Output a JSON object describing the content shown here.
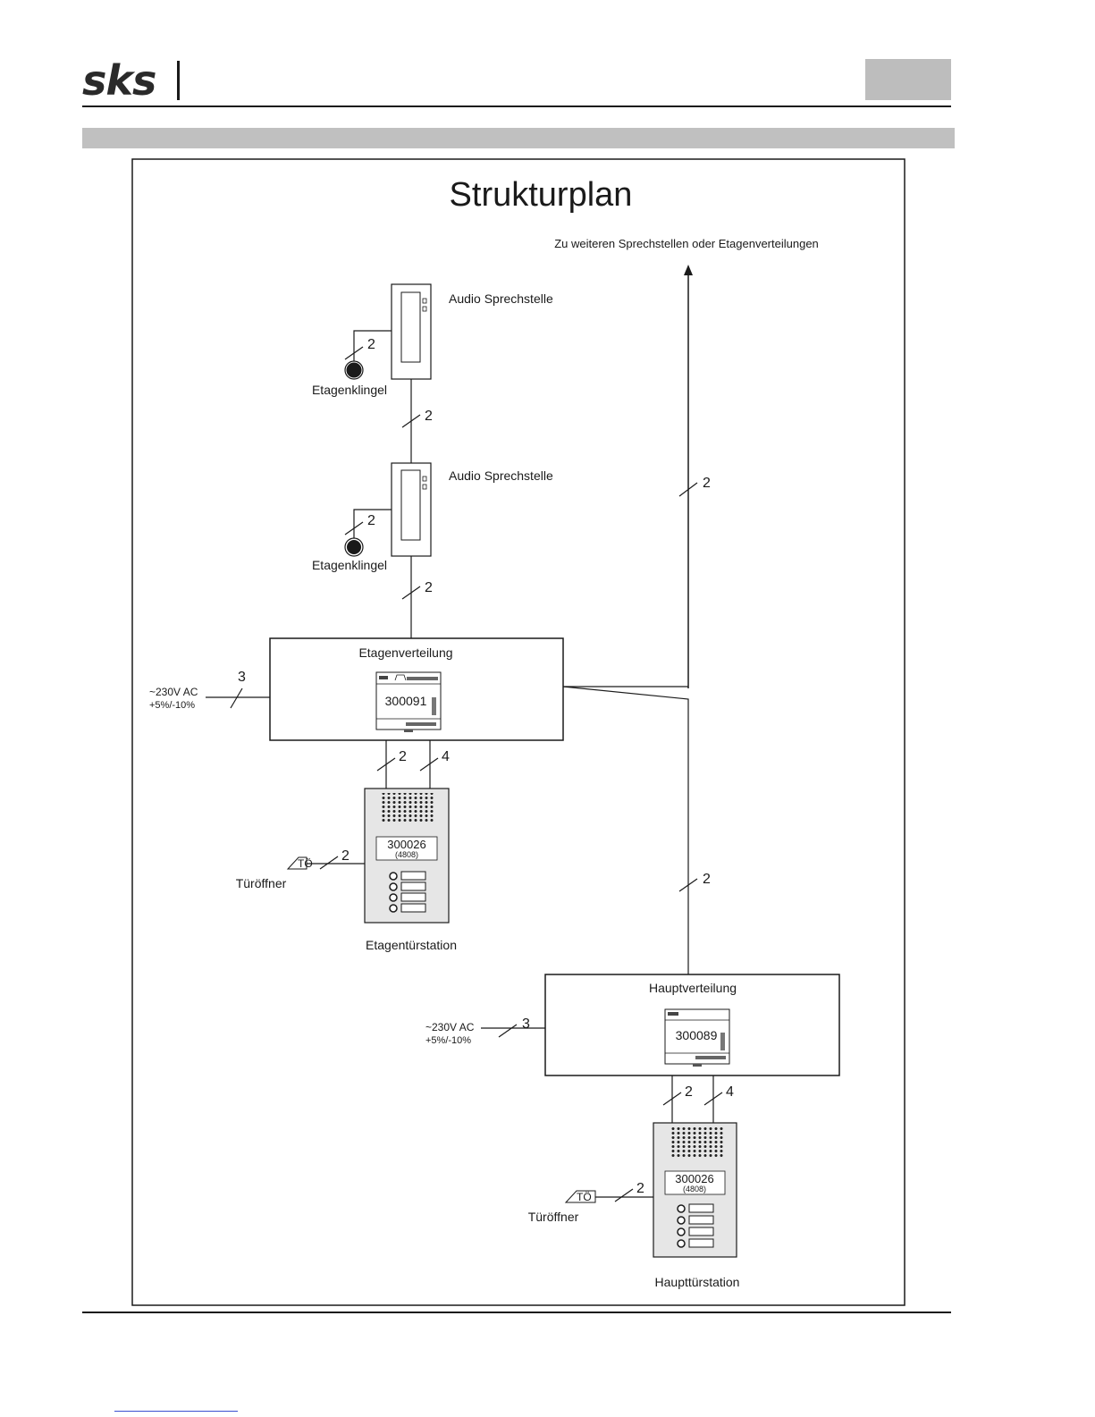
{
  "header": {
    "logo": "sks"
  },
  "diagram": {
    "title": "Strukturplan",
    "top_arrow_label": "Zu weiteren Sprechstellen oder Etagenverteilungen",
    "stations": [
      {
        "label": "Audio Sprechstelle",
        "bell_label": "Etagenklingel",
        "bell_wire": "2",
        "out_wire": "2"
      },
      {
        "label": "Audio Sprechstelle",
        "bell_label": "Etagenklingel",
        "bell_wire": "2",
        "out_wire": "2"
      }
    ],
    "riser_wire": "2",
    "riser_wire_lower": "2",
    "etagenverteilung": {
      "title": "Etagenverteilung",
      "module": "300091",
      "power_label": "~230V AC",
      "power_tol": "+5%/-10%",
      "power_wire": "3",
      "wire_a": "2",
      "wire_b": "4"
    },
    "etagentuerstation": {
      "caption": "Etagentürstation",
      "module": "300026",
      "module_sub": "(4808)",
      "opener_label": "Türöffner",
      "opener_tag": "TÖ",
      "opener_wire": "2"
    },
    "hauptverteilung": {
      "title": "Hauptverteilung",
      "module": "300089",
      "power_label": "~230V AC",
      "power_tol": "+5%/-10%",
      "power_wire": "3",
      "wire_a": "2",
      "wire_b": "4"
    },
    "haupttuerstation": {
      "caption": "Haupttürstation",
      "module": "300026",
      "module_sub": "(4808)",
      "opener_label": "Türöffner",
      "opener_tag": "TÖ",
      "opener_wire": "2"
    }
  }
}
